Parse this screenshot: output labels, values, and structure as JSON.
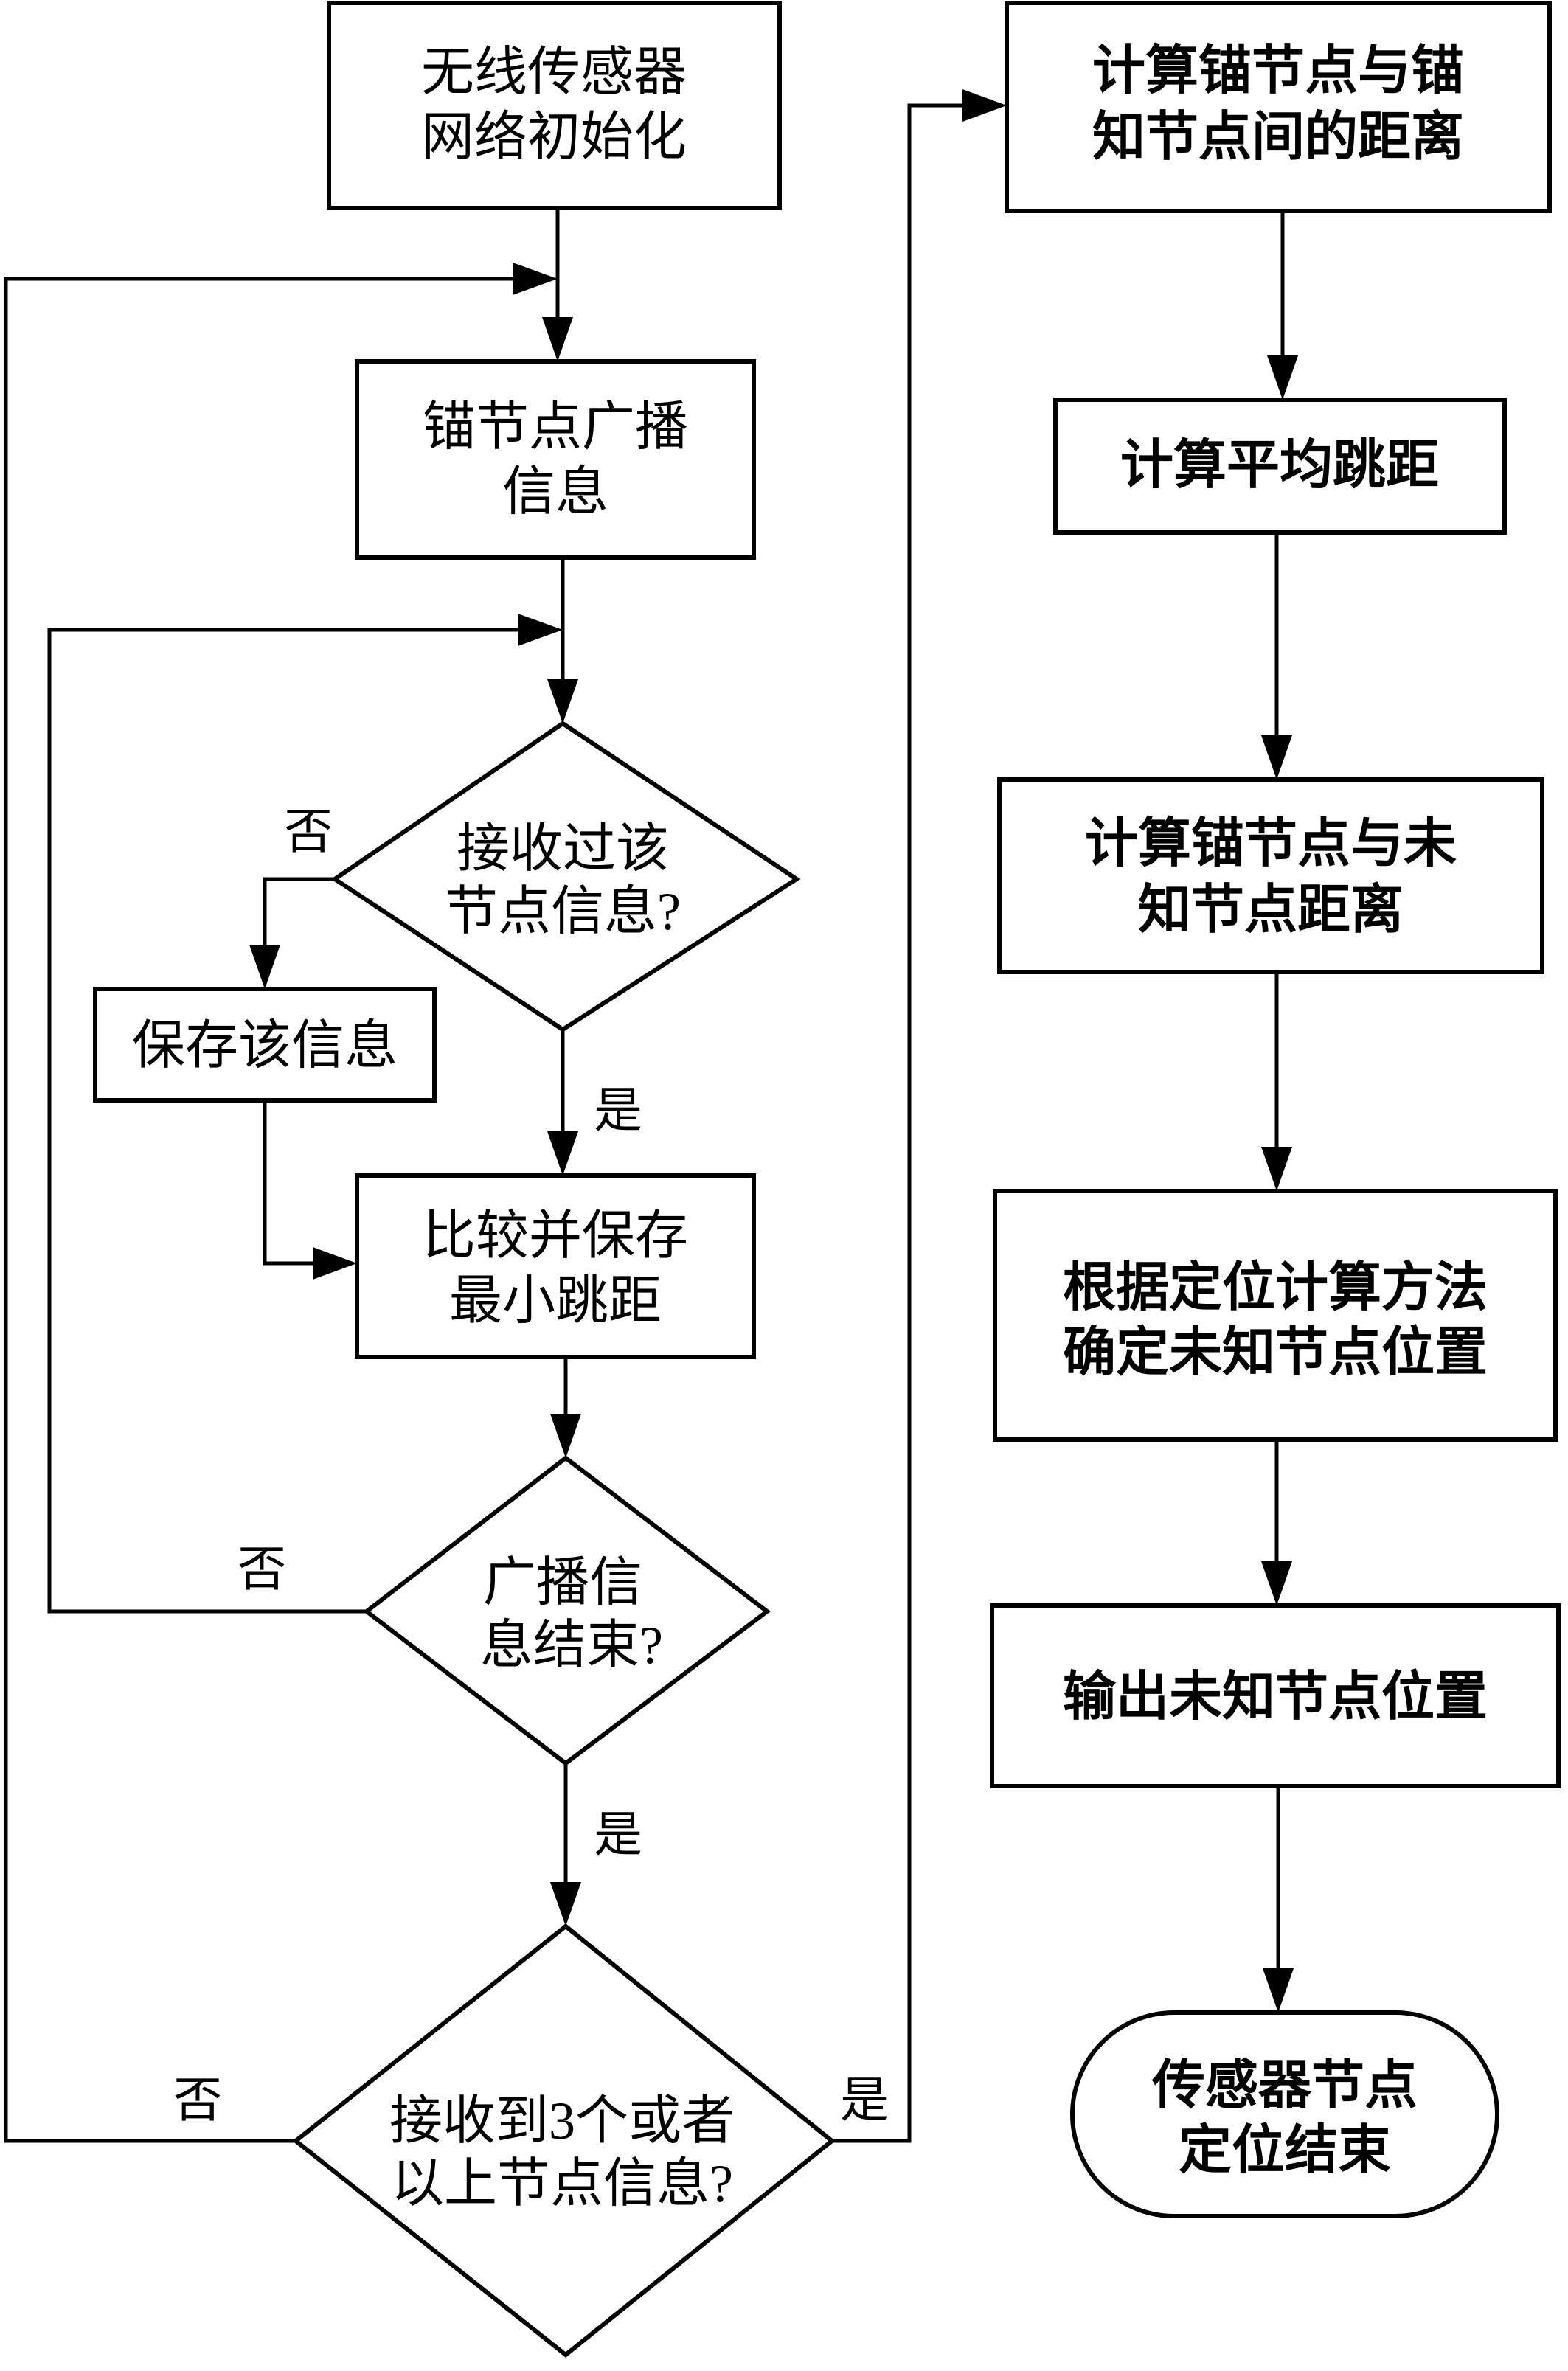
{
  "title": "无线传感器网络节点定位流程图",
  "nodes": {
    "init": [
      "无线传感器",
      "网络初始化"
    ],
    "broadcast": [
      "锚节点广播",
      "信息"
    ],
    "received_before": [
      "接收过该",
      "节点信息?"
    ],
    "save_info": [
      "保存该信息"
    ],
    "compare_save": [
      "比较并保存",
      "最小跳距"
    ],
    "broadcast_end": [
      "广播信",
      "息结束?"
    ],
    "received_three": [
      "接收到3个或者",
      "以上节点信息?"
    ],
    "calc_anchor_distance": [
      "计算锚节点与锚",
      "知节点间的距离"
    ],
    "calc_avg_hop": [
      "计算平均跳距"
    ],
    "calc_unknown_distance": [
      "计算锚节点与未",
      "知节点距离"
    ],
    "determine_position": [
      "根据定位计算方法",
      "确定未知节点位置"
    ],
    "output_position": [
      "输出未知节点位置"
    ],
    "end": [
      "传感器节点",
      "定位结束"
    ]
  },
  "branches": {
    "yes": "是",
    "no": "否"
  },
  "colors": {
    "stroke": "#000000",
    "background": "#ffffff"
  }
}
